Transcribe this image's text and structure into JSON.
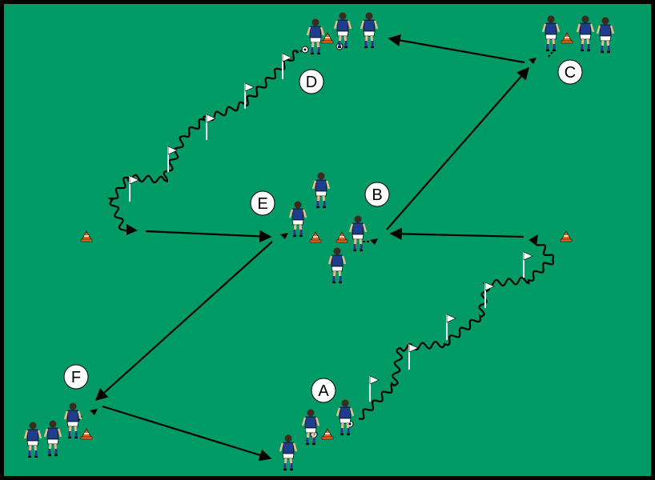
{
  "colors": {
    "pitch": "#009A66",
    "border": "#000000",
    "shirt": "#1f3d8c",
    "shorts": "#ffffff",
    "skin": "#e9b98f",
    "cone": "#e8621b",
    "flag": "#ffffff",
    "arrow": "#000000"
  },
  "stations": [
    {
      "id": "A",
      "label": "A"
    },
    {
      "id": "B",
      "label": "B"
    },
    {
      "id": "C",
      "label": "C"
    },
    {
      "id": "D",
      "label": "D"
    },
    {
      "id": "E",
      "label": "E"
    },
    {
      "id": "F",
      "label": "F"
    }
  ],
  "icons": {
    "player": "player-icon",
    "cone": "cone-icon",
    "flag": "flag-icon",
    "ball": "ball-icon"
  }
}
